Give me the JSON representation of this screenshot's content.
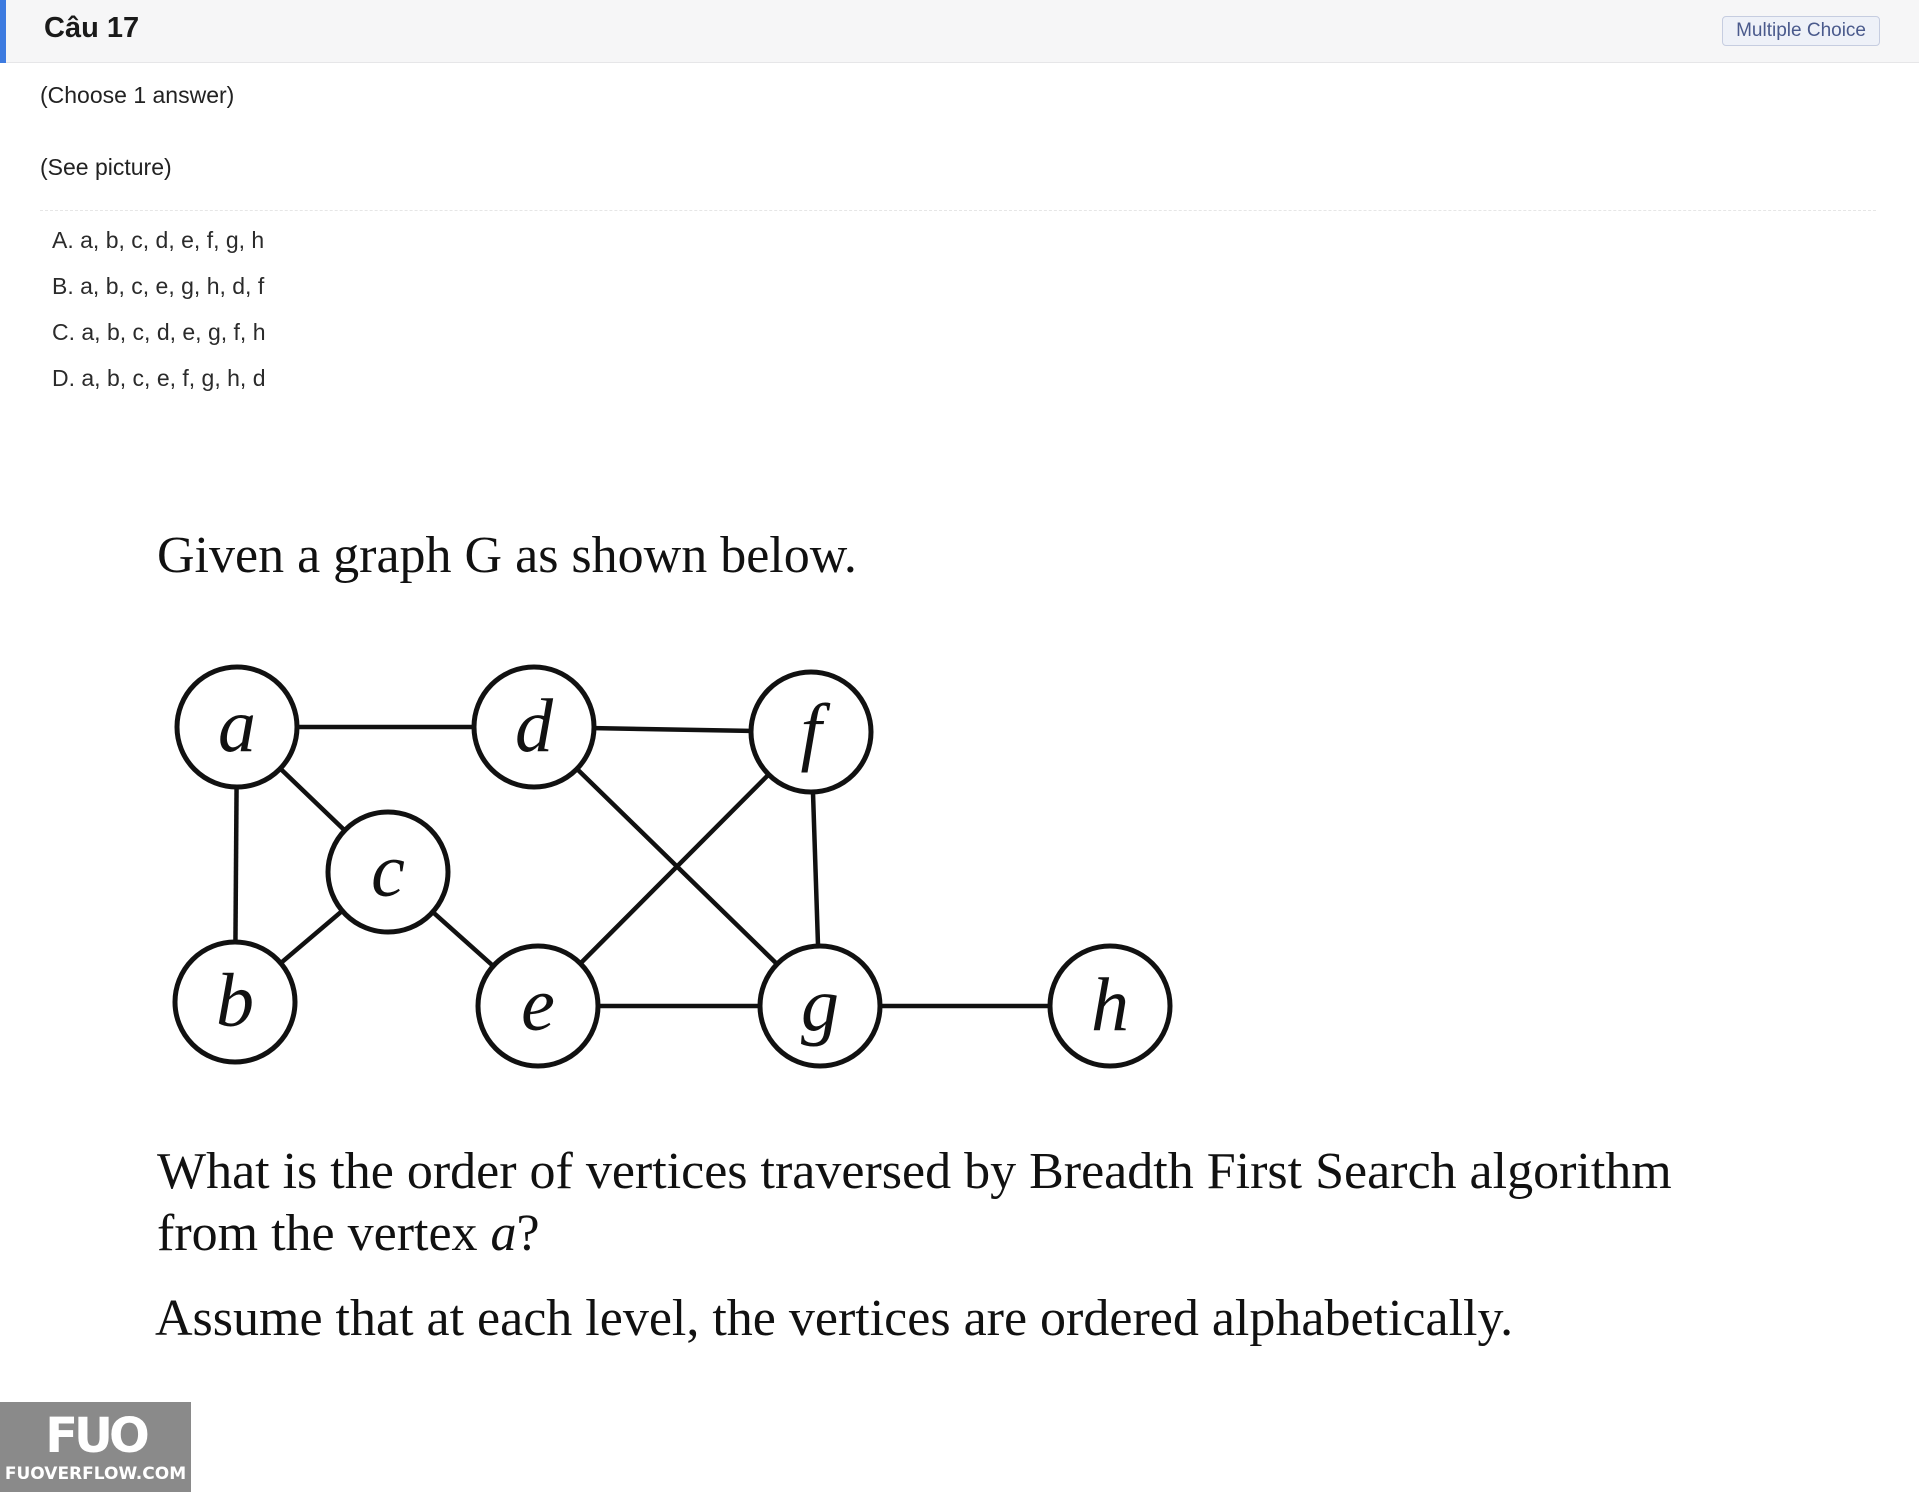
{
  "question": {
    "title": "Câu 17",
    "type_badge": "Multiple Choice",
    "instruction": "(Choose 1 answer)",
    "prompt": "(See picture)"
  },
  "options": [
    {
      "label": "A. a, b, c, d, e, f, g, h"
    },
    {
      "label": "B. a, b, c, e, g, h, d, f"
    },
    {
      "label": "C. a, b, c, d, e, g, f, h"
    },
    {
      "label": "D. a, b, c, e, f, g, h, d"
    }
  ],
  "picture": {
    "intro": "Given a graph G as shown below.",
    "question_line1": "What is the order of vertices traversed by Breadth First Search algorithm",
    "question_line2_pre": "from the vertex ",
    "question_line2_var": "a",
    "question_line2_post": "?",
    "assumption": "Assume that at each level, the vertices are ordered alphabetically.",
    "graph": {
      "vertices": [
        "a",
        "b",
        "c",
        "d",
        "e",
        "f",
        "g",
        "h"
      ],
      "edges": [
        [
          "a",
          "d"
        ],
        [
          "a",
          "b"
        ],
        [
          "a",
          "c"
        ],
        [
          "b",
          "c"
        ],
        [
          "c",
          "e"
        ],
        [
          "d",
          "f"
        ],
        [
          "d",
          "g"
        ],
        [
          "e",
          "f"
        ],
        [
          "e",
          "g"
        ],
        [
          "f",
          "g"
        ],
        [
          "g",
          "h"
        ]
      ]
    }
  },
  "watermark": {
    "mark": "FUO",
    "site": "FUOVERFLOW.COM"
  }
}
